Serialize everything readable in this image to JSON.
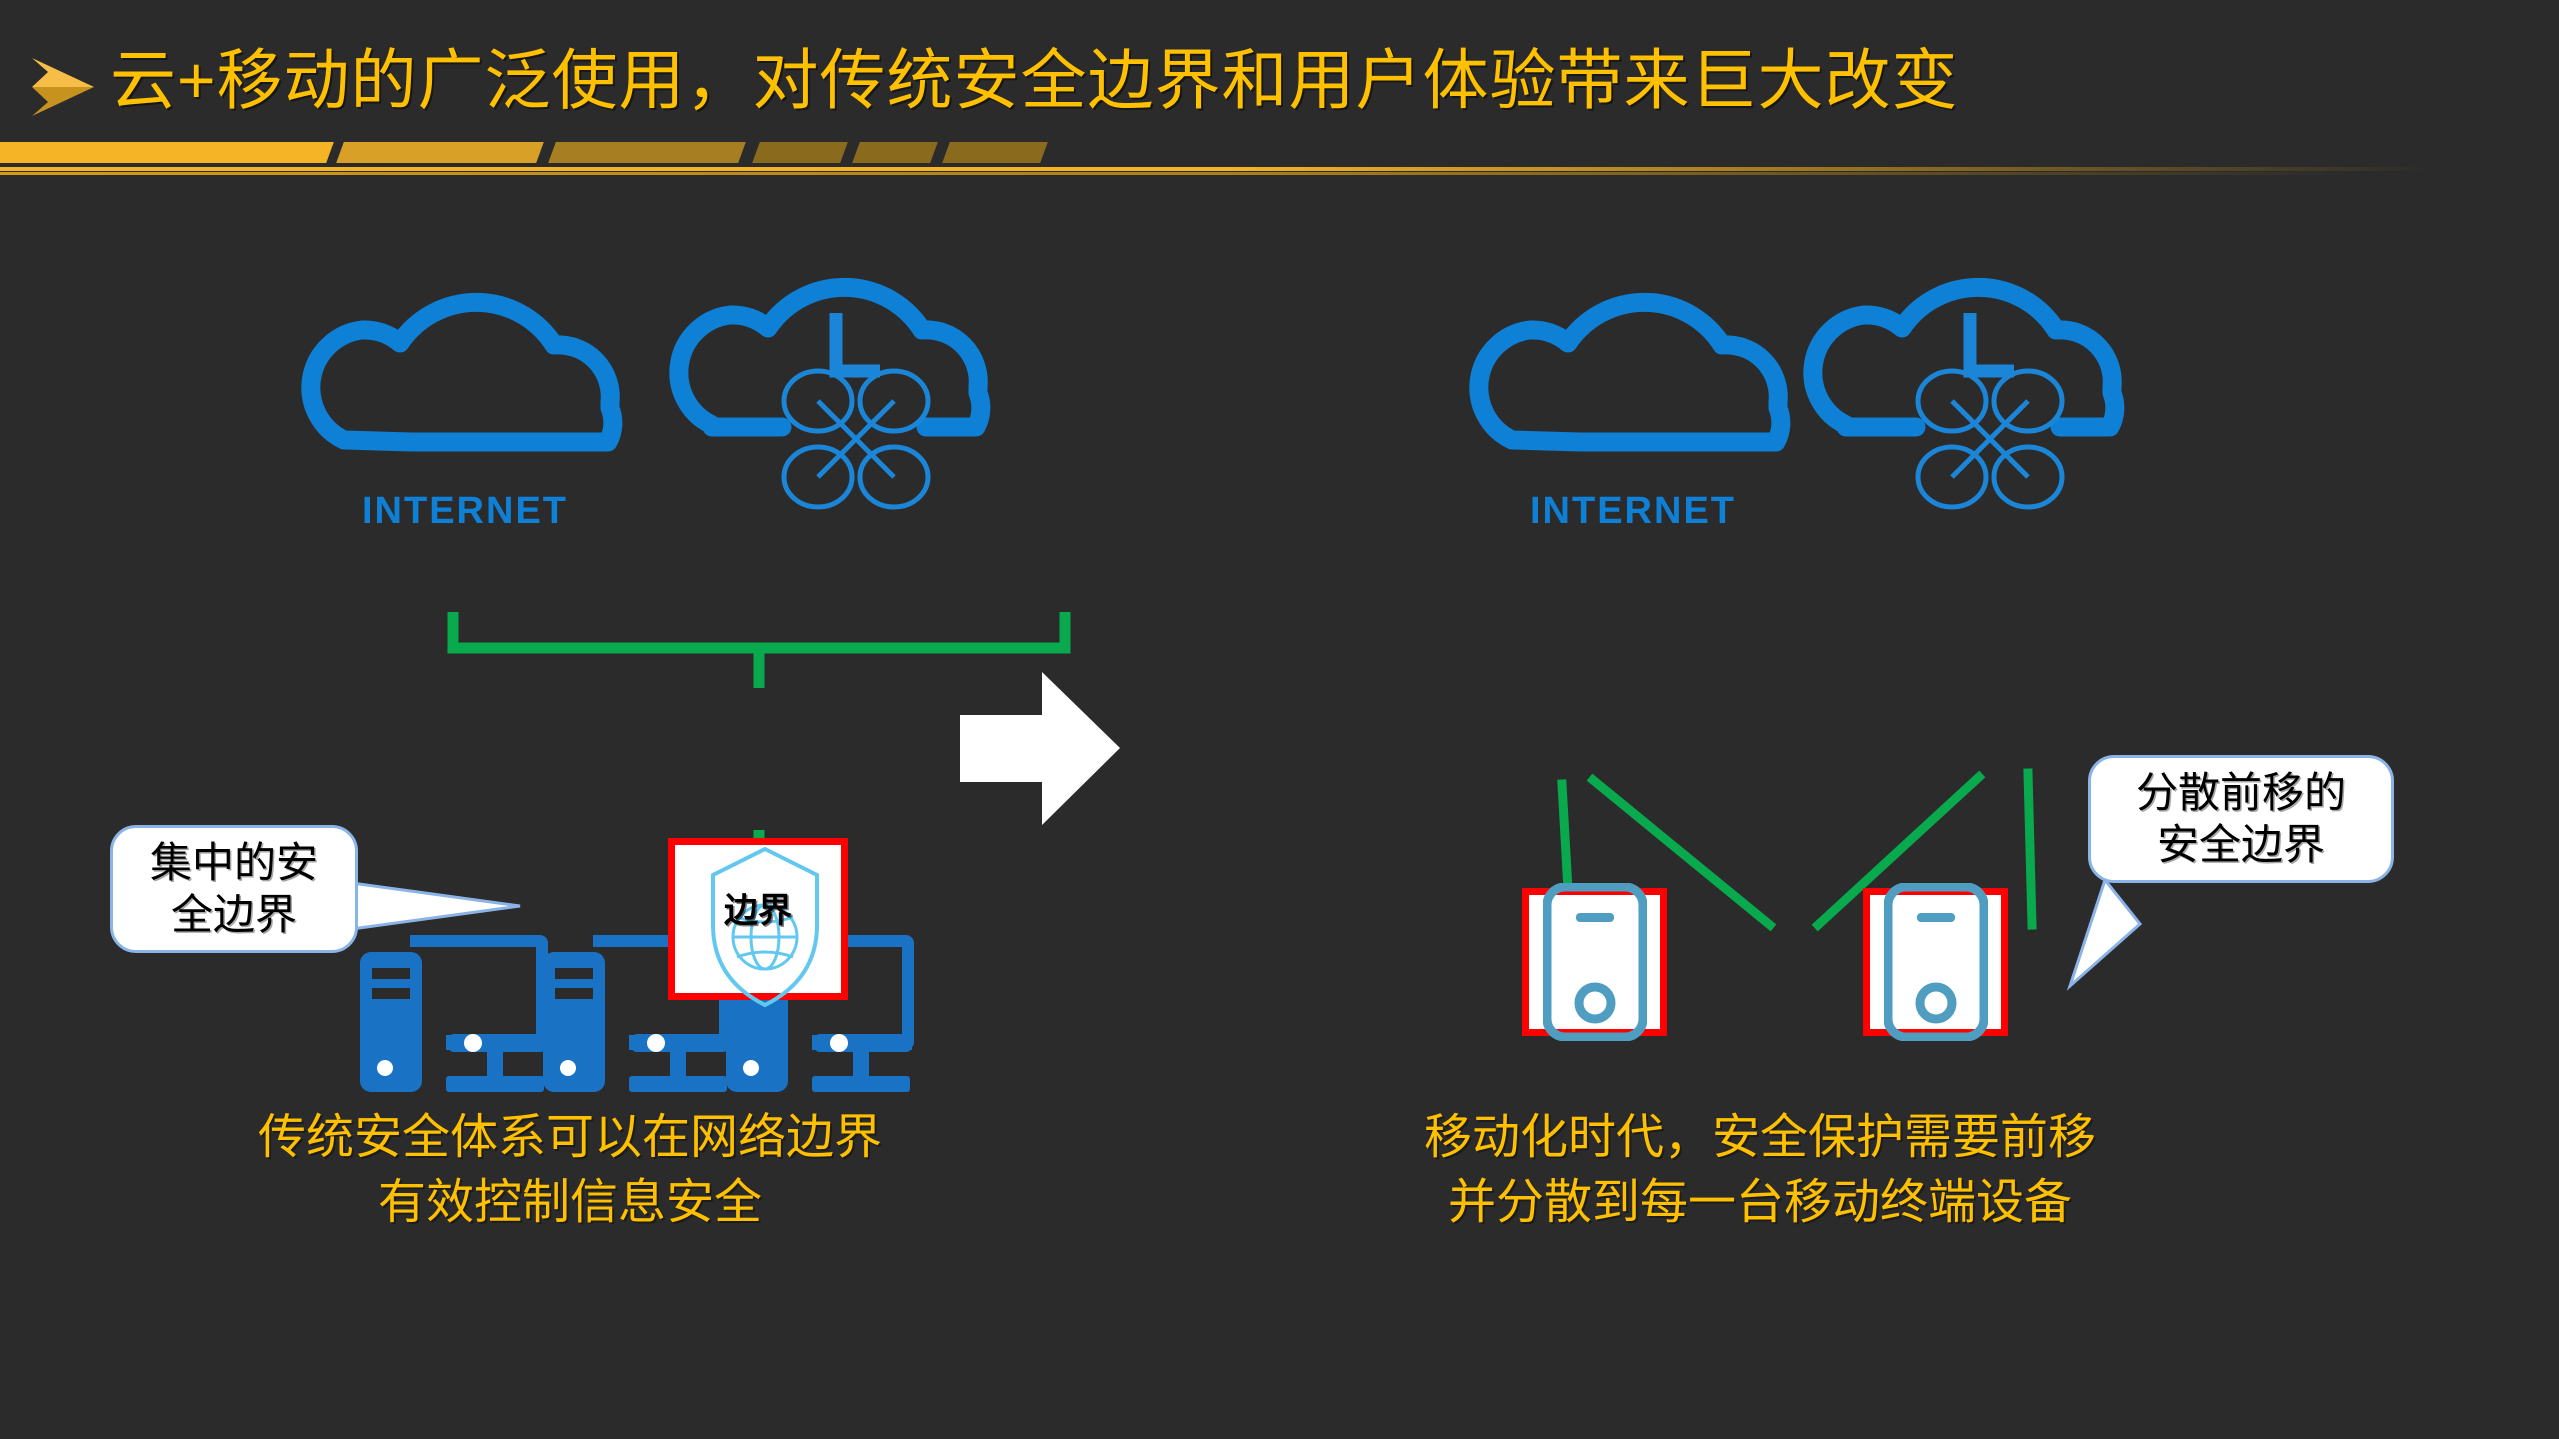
{
  "slide": {
    "background_color": "#2b2b2b",
    "accent_gold": "#FFC000",
    "accent_blue": "#0e80d6",
    "accent_green": "#09A94E",
    "accent_red": "#FF0000"
  },
  "header": {
    "bullet_icon": "chevron-right-icon",
    "title": "云+移动的广泛使用，对传统安全边界和用户体验带来巨大改变"
  },
  "left_diagram": {
    "cloud_internet_label": "INTERNET",
    "cloud_drone_label": "L",
    "boundary_box_label": "边界",
    "boundary_icon": "shield-globe-icon",
    "endpoint_icon": "desktop-computer-icon",
    "endpoint_count": 3,
    "callout": {
      "line1": "集中的安",
      "line2": "全边界"
    },
    "caption": {
      "line1": "传统安全体系可以在网络边界",
      "line2": "有效控制信息安全"
    }
  },
  "transition": {
    "icon": "right-arrow-icon"
  },
  "right_diagram": {
    "cloud_internet_label": "INTERNET",
    "cloud_drone_label": "L",
    "endpoint_icon": "mobile-phone-icon",
    "endpoint_count": 2,
    "callout": {
      "line1": "分散前移的",
      "line2": "安全边界"
    },
    "caption": {
      "line1": "移动化时代，安全保护需要前移",
      "line2": "并分散到每一台移动终端设备"
    }
  }
}
